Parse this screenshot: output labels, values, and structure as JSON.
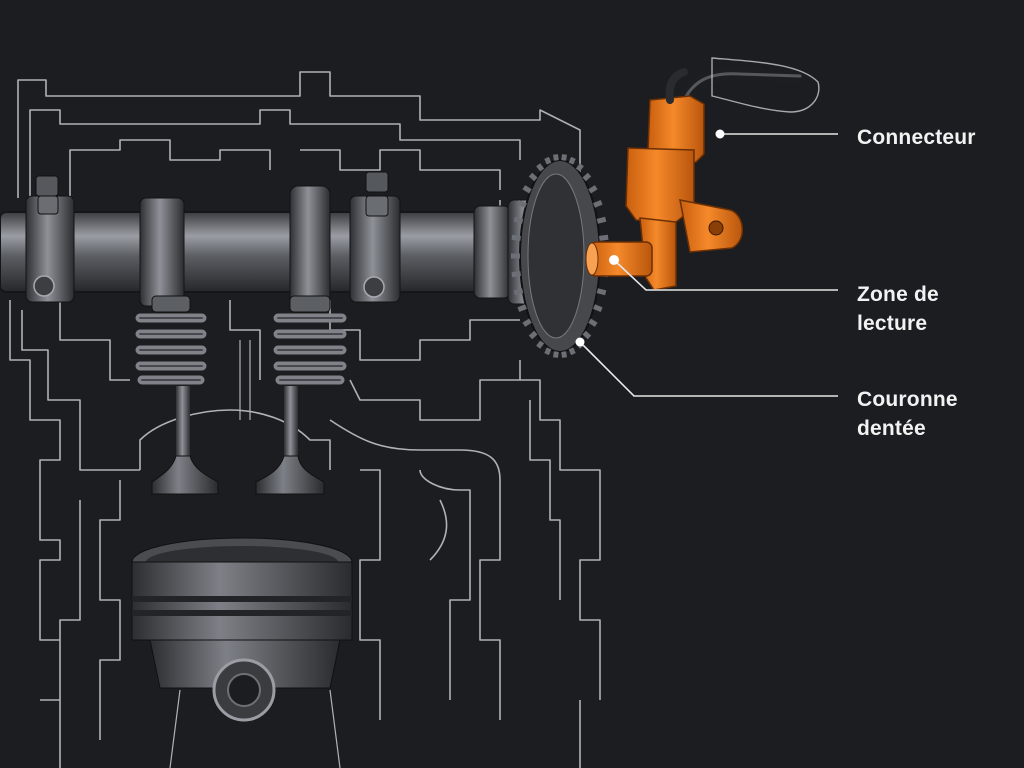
{
  "diagram": {
    "labels": {
      "connector": "Connecteur",
      "reading_zone": "Zone de\nlecture",
      "toothed_ring": "Couronne\ndentée"
    },
    "colors": {
      "background": "#1c1d20",
      "outline": "#c9ccd2",
      "metal": "#6c6f75",
      "sensor_highlight": "#ee7a1e",
      "callout_line": "#e6e6e6"
    }
  }
}
